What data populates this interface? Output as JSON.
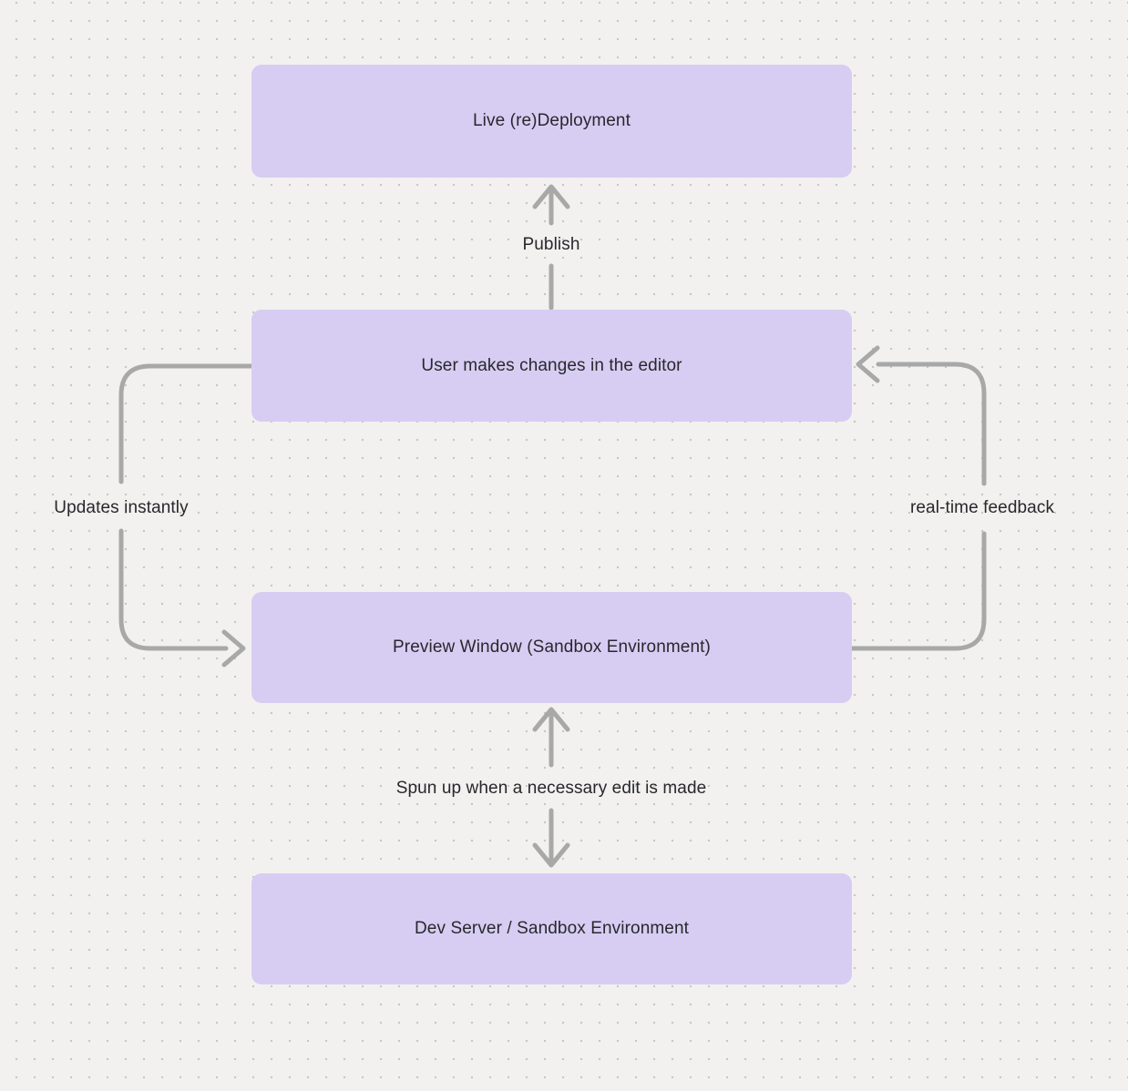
{
  "diagram": {
    "nodes": [
      {
        "id": "live-deployment",
        "label": "Live (re)Deployment"
      },
      {
        "id": "editor",
        "label": "User makes changes in the editor"
      },
      {
        "id": "preview",
        "label": "Preview Window (Sandbox Environment)"
      },
      {
        "id": "dev-server",
        "label": "Dev Server / Sandbox Environment"
      }
    ],
    "edges": [
      {
        "from": "editor",
        "to": "live-deployment",
        "label": "Publish"
      },
      {
        "from": "editor",
        "to": "preview",
        "label": "Updates instantly"
      },
      {
        "from": "preview",
        "to": "editor",
        "label": "real-time feedback"
      },
      {
        "from": "dev-server",
        "to": "preview",
        "label": "Spun up when a necessary edit is made",
        "bidirectional": true
      }
    ],
    "colors": {
      "background": "#f2f1f0",
      "dot_grid": "#c8c6c4",
      "node_fill": "#d7cdf3",
      "text": "#28282c",
      "arrow": "#a8a8a8"
    }
  }
}
